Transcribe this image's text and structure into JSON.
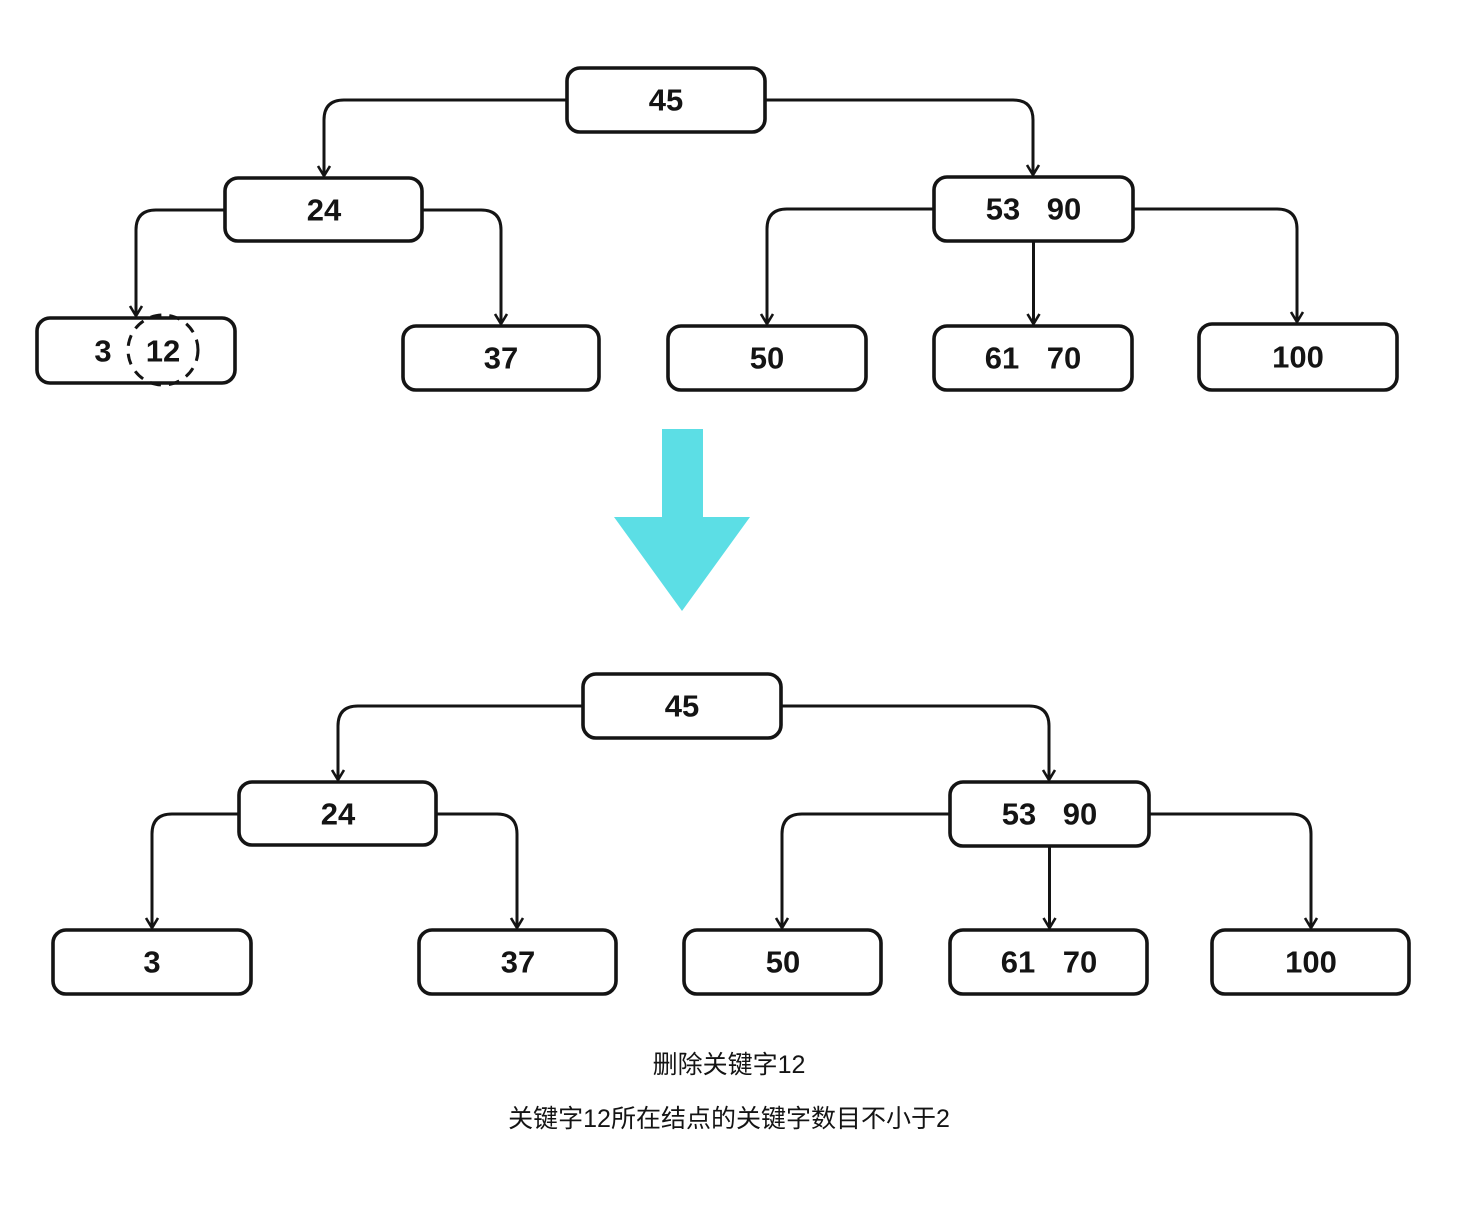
{
  "diagram": {
    "kind": "b-tree-delete-step",
    "captions": {
      "line1": "删除关键字12",
      "line2": "关键字12所在结点的关键字数目不小于2"
    },
    "colors": {
      "line": "#141414",
      "deleted_key_text": "#b3b3b3",
      "transform_arrow": "#5CDEE5"
    },
    "tree_before": {
      "root_key": "45",
      "left_internal_key": "24",
      "right_internal_key1": "53",
      "right_internal_key2": "90",
      "leaf1_key1": "3",
      "leaf1_key2_deleted": "12",
      "leaf2_key": "37",
      "leaf3_key": "50",
      "leaf4_key1": "61",
      "leaf4_key2": "70",
      "leaf5_key": "100"
    },
    "tree_after": {
      "root_key": "45",
      "left_internal_key": "24",
      "right_internal_key1": "53",
      "right_internal_key2": "90",
      "leaf1_key": "3",
      "leaf2_key": "37",
      "leaf3_key": "50",
      "leaf4_key1": "61",
      "leaf4_key2": "70",
      "leaf5_key": "100"
    }
  }
}
